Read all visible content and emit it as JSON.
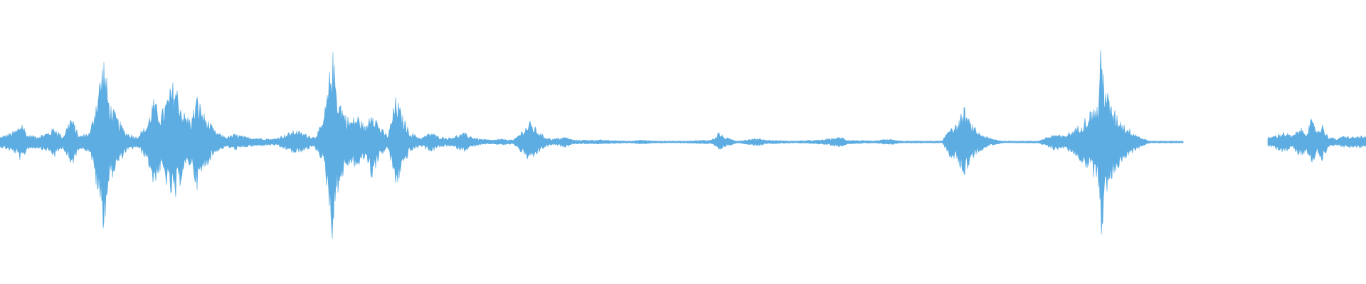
{
  "waveform": {
    "color": "#5dade2",
    "segments": [
      {
        "start": 0.0,
        "end": 0.866
      },
      {
        "start": 0.928,
        "end": 1.0
      }
    ],
    "envelope": [
      [
        0.0,
        0.05
      ],
      [
        0.006,
        0.08
      ],
      [
        0.012,
        0.12
      ],
      [
        0.016,
        0.2
      ],
      [
        0.02,
        0.07
      ],
      [
        0.028,
        0.06
      ],
      [
        0.036,
        0.1
      ],
      [
        0.04,
        0.15
      ],
      [
        0.046,
        0.05
      ],
      [
        0.052,
        0.26
      ],
      [
        0.058,
        0.06
      ],
      [
        0.066,
        0.1
      ],
      [
        0.072,
        0.55
      ],
      [
        0.076,
        0.85
      ],
      [
        0.08,
        0.4
      ],
      [
        0.086,
        0.24
      ],
      [
        0.092,
        0.1
      ],
      [
        0.1,
        0.05
      ],
      [
        0.108,
        0.18
      ],
      [
        0.112,
        0.42
      ],
      [
        0.118,
        0.28
      ],
      [
        0.124,
        0.5
      ],
      [
        0.128,
        0.62
      ],
      [
        0.134,
        0.3
      ],
      [
        0.14,
        0.22
      ],
      [
        0.144,
        0.46
      ],
      [
        0.15,
        0.26
      ],
      [
        0.158,
        0.1
      ],
      [
        0.166,
        0.05
      ],
      [
        0.172,
        0.08
      ],
      [
        0.18,
        0.05
      ],
      [
        0.19,
        0.04
      ],
      [
        0.2,
        0.03
      ],
      [
        0.208,
        0.07
      ],
      [
        0.216,
        0.12
      ],
      [
        0.224,
        0.08
      ],
      [
        0.23,
        0.05
      ],
      [
        0.236,
        0.18
      ],
      [
        0.24,
        0.5
      ],
      [
        0.243,
        0.95
      ],
      [
        0.247,
        0.5
      ],
      [
        0.252,
        0.3
      ],
      [
        0.256,
        0.22
      ],
      [
        0.262,
        0.26
      ],
      [
        0.268,
        0.14
      ],
      [
        0.272,
        0.36
      ],
      [
        0.278,
        0.15
      ],
      [
        0.284,
        0.06
      ],
      [
        0.29,
        0.46
      ],
      [
        0.294,
        0.28
      ],
      [
        0.3,
        0.1
      ],
      [
        0.308,
        0.04
      ],
      [
        0.316,
        0.1
      ],
      [
        0.32,
        0.06
      ],
      [
        0.328,
        0.04
      ],
      [
        0.34,
        0.09
      ],
      [
        0.346,
        0.05
      ],
      [
        0.352,
        0.03
      ],
      [
        0.36,
        0.02
      ],
      [
        0.368,
        0.03
      ],
      [
        0.376,
        0.02
      ],
      [
        0.384,
        0.14
      ],
      [
        0.388,
        0.2
      ],
      [
        0.392,
        0.14
      ],
      [
        0.398,
        0.06
      ],
      [
        0.404,
        0.03
      ],
      [
        0.414,
        0.05
      ],
      [
        0.42,
        0.02
      ],
      [
        0.44,
        0.02
      ],
      [
        0.46,
        0.01
      ],
      [
        0.47,
        0.02
      ],
      [
        0.48,
        0.01
      ],
      [
        0.5,
        0.01
      ],
      [
        0.52,
        0.02
      ],
      [
        0.524,
        0.05
      ],
      [
        0.526,
        0.1
      ],
      [
        0.53,
        0.05
      ],
      [
        0.54,
        0.01
      ],
      [
        0.556,
        0.04
      ],
      [
        0.56,
        0.02
      ],
      [
        0.58,
        0.01
      ],
      [
        0.6,
        0.02
      ],
      [
        0.616,
        0.05
      ],
      [
        0.62,
        0.02
      ],
      [
        0.64,
        0.01
      ],
      [
        0.65,
        0.03
      ],
      [
        0.66,
        0.01
      ],
      [
        0.69,
        0.01
      ],
      [
        0.696,
        0.18
      ],
      [
        0.7,
        0.16
      ],
      [
        0.706,
        0.34
      ],
      [
        0.71,
        0.2
      ],
      [
        0.716,
        0.1
      ],
      [
        0.724,
        0.04
      ],
      [
        0.734,
        0.01
      ],
      [
        0.76,
        0.01
      ],
      [
        0.772,
        0.08
      ],
      [
        0.778,
        0.06
      ],
      [
        0.786,
        0.12
      ],
      [
        0.792,
        0.2
      ],
      [
        0.798,
        0.3
      ],
      [
        0.804,
        0.38
      ],
      [
        0.806,
        0.95
      ],
      [
        0.808,
        0.7
      ],
      [
        0.812,
        0.4
      ],
      [
        0.818,
        0.26
      ],
      [
        0.824,
        0.16
      ],
      [
        0.83,
        0.1
      ],
      [
        0.836,
        0.04
      ],
      [
        0.842,
        0.01
      ],
      [
        0.846,
        0.01
      ],
      [
        0.852,
        0.01
      ],
      [
        0.858,
        0.01
      ],
      [
        0.866,
        0.01
      ],
      [
        0.928,
        0.04
      ],
      [
        0.934,
        0.07
      ],
      [
        0.94,
        0.1
      ],
      [
        0.946,
        0.06
      ],
      [
        0.952,
        0.14
      ],
      [
        0.956,
        0.1
      ],
      [
        0.96,
        0.22
      ],
      [
        0.964,
        0.12
      ],
      [
        0.968,
        0.18
      ],
      [
        0.972,
        0.06
      ],
      [
        0.978,
        0.03
      ],
      [
        0.984,
        0.06
      ],
      [
        0.99,
        0.05
      ],
      [
        0.996,
        0.06
      ],
      [
        1.0,
        0.05
      ]
    ]
  }
}
